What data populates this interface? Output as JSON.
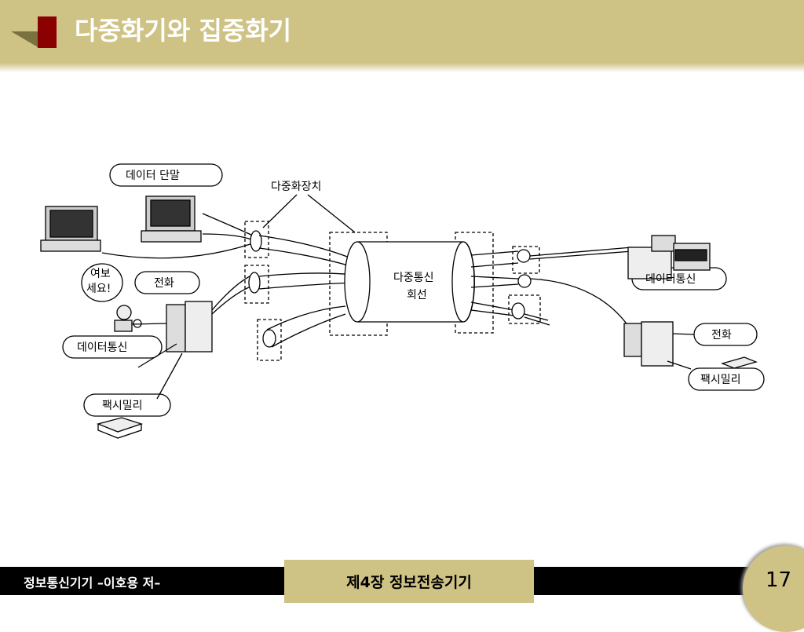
{
  "slide": {
    "title": "다중화기와 집중화기"
  },
  "diagram": {
    "labels": {
      "data_terminal": "데이터 단말",
      "multiplexer": "다중화장치",
      "hello": "여보",
      "hello2": "세요!",
      "phone_left": "전화",
      "datacomm_left": "데이터통신",
      "fax_left": "팩시밀리",
      "line1": "다중통신",
      "line2": "회선",
      "datacomm_right": "데이터통신",
      "phone_right": "전화",
      "fax_right": "팩시밀리"
    }
  },
  "footer": {
    "left": "정보통신기기  –이호용 저–",
    "chapter": "제4장 정보전송기기",
    "page": "17"
  }
}
